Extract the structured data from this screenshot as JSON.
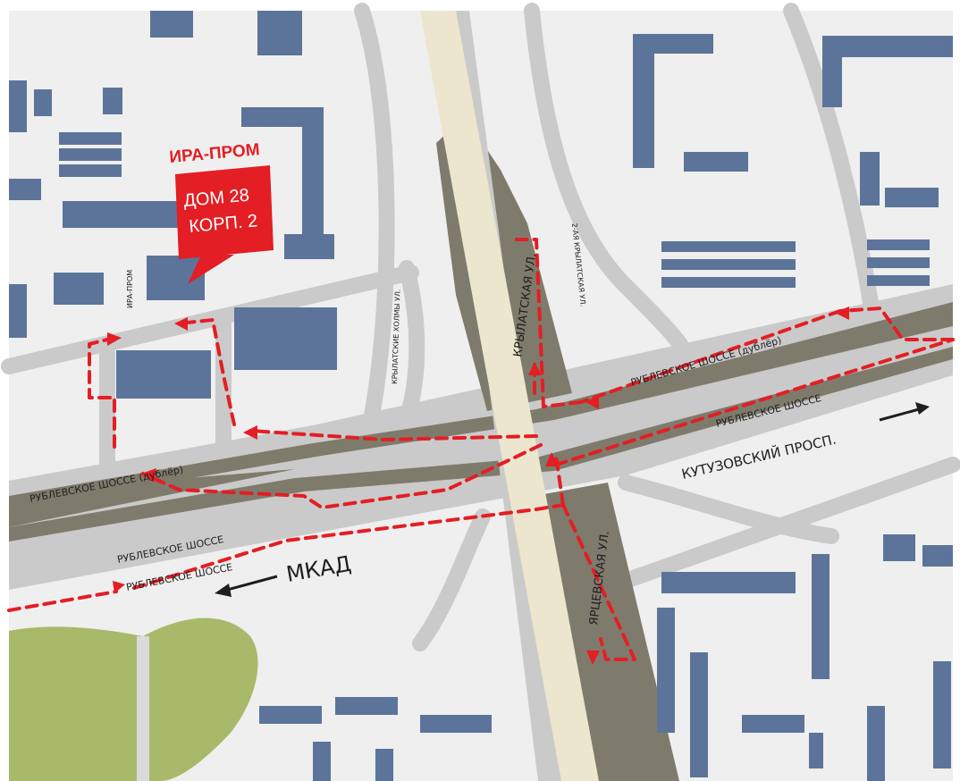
{
  "colors": {
    "background": "#efefef",
    "road": "#c9c9c9",
    "median": "#7f7b6c",
    "building": "#5c7499",
    "building_shadow": "#1f1f1f",
    "main_avenue": "#ebe6cd",
    "route": "#e31e24",
    "park": "#a9b96a",
    "label": "#1e1e1e"
  },
  "callout": {
    "company": "ИРА-ПРОМ",
    "line1": "ДОМ 28",
    "line2": "КОРП. 2"
  },
  "streets": {
    "krylatskaya": "КРЫЛАТСКАЯ УЛ.",
    "yartsevskaya": "ЯРЦЕВСКАЯ УЛ.",
    "krylatskie_kholmy": "КРЫЛАТСКИЕ ХОЛМЫ УЛ.",
    "second_krylatskaya": "2-АЯ КРЫЛАТСКАЯ УЛ.",
    "ira_prom_lane": "ИРА-ПРОМ",
    "rublevskoe_dubler_right": "РУБЛЕВСКОЕ ШОССЕ (дублёр)",
    "rublevskoe_right": "РУБЛЕВСКОЕ ШОССЕ",
    "rublevskoe_dubler_left": "РУБЛЕВСКОЕ ШОССЕ (дублёр)",
    "rublevskoe_left_1": "РУБЛЕВСКОЕ ШОССЕ",
    "rublevskoe_left_2": "РУБЛЕВСКОЕ ШОССЕ",
    "kutuzovsky": "КУТУЗОВСКИЙ ПРОСП.",
    "mkad": "МКАД"
  },
  "icons": {
    "direction_right": "arrow-right-icon",
    "direction_left": "arrow-left-icon",
    "route_arrow": "route-arrow-icon",
    "pointer": "callout-pointer-icon"
  }
}
